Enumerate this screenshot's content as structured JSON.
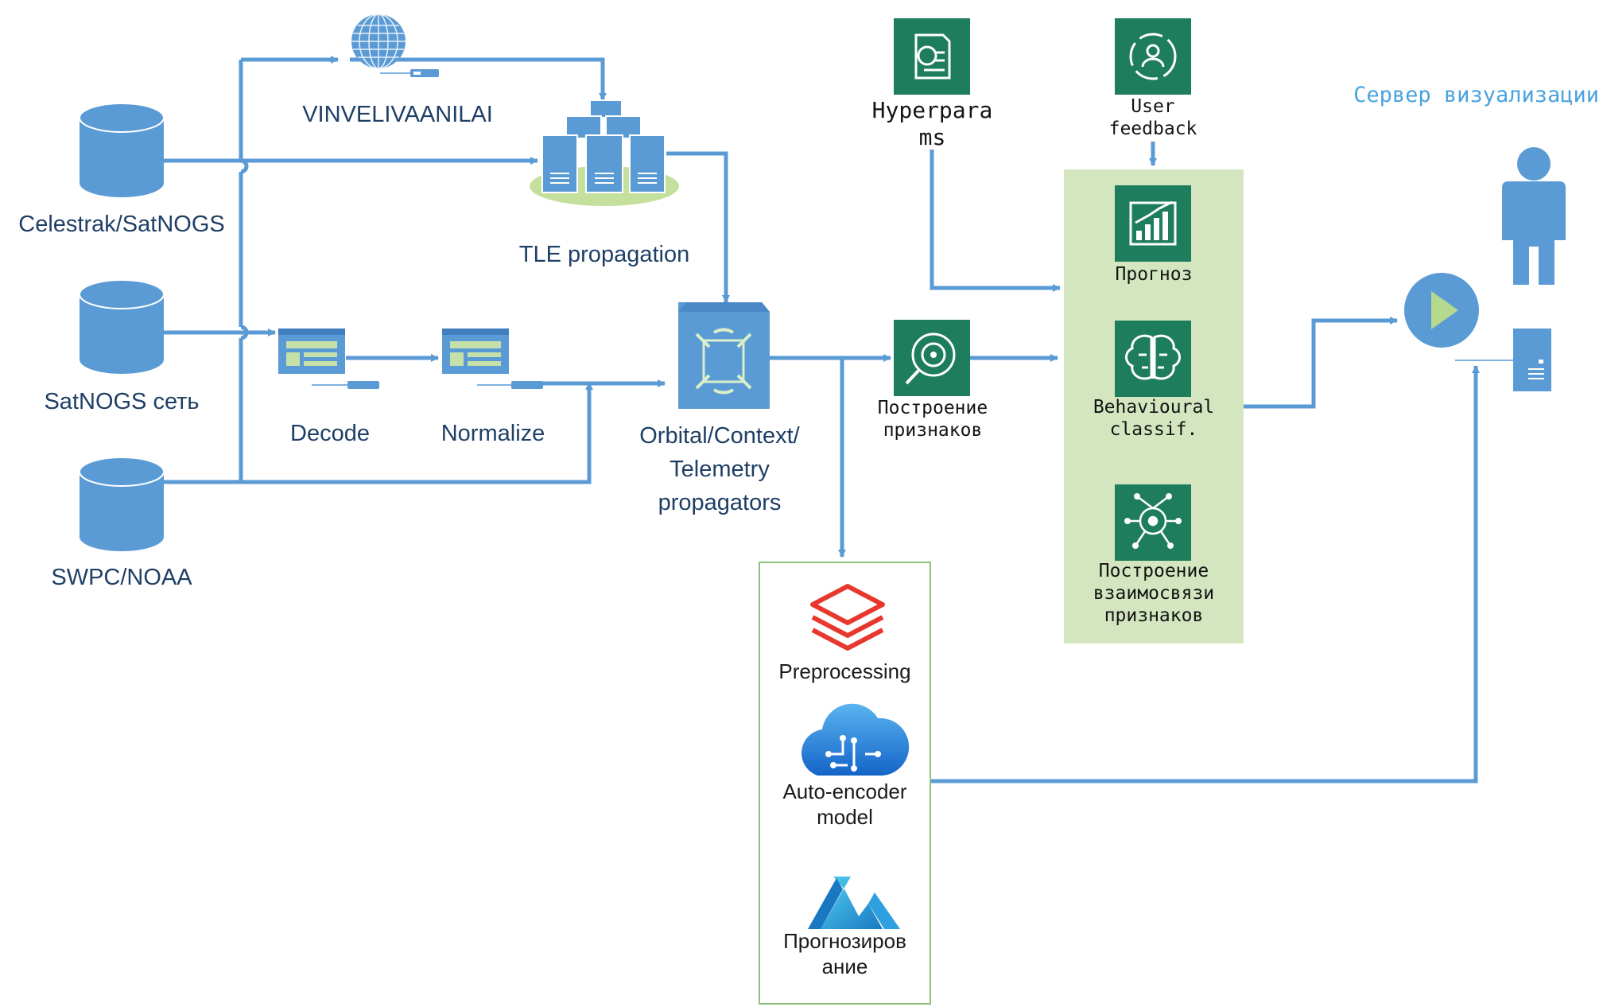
{
  "sources": [
    {
      "label": "Celestrak/SatNOGS"
    },
    {
      "label": "SatNOGS  сеть"
    },
    {
      "label": "SWPC/NOAA"
    }
  ],
  "nodes": {
    "globe": {
      "label": "VINVELIVAANILAI"
    },
    "tle": {
      "label": "TLE propagation"
    },
    "decode": {
      "label": "Decode"
    },
    "normalize": {
      "label": "Normalize"
    },
    "propagators": {
      "label": "Orbital/Context/\nTelemetry\npropagators"
    },
    "hyperparams": {
      "label": "Hyperpara\nms"
    },
    "user_feedback": {
      "label": "User\nfeedback"
    },
    "features": {
      "label": "Построение\nпризнаков"
    }
  },
  "green_panel": {
    "fill": "#d3e6bf",
    "items": [
      {
        "label": "Прогноз"
      },
      {
        "label": "Behavioural\nclassif."
      },
      {
        "label": "Построение\nвзаимосвязи\nпризнаков"
      }
    ]
  },
  "ml_panel": {
    "border": "#8fc07a",
    "items": [
      {
        "label": "Preprocessing"
      },
      {
        "label": "Auto-encoder\nmodel"
      },
      {
        "label": "Прогнозиров\nание"
      }
    ]
  },
  "visualization": {
    "title": "Сервер  визуализации"
  },
  "colors": {
    "arrow": "#5b9bd5",
    "node_blue": "#5b9bd5",
    "teal": "#1e7d5c",
    "title_blue": "#4aa3df",
    "red": "#e8372c"
  }
}
